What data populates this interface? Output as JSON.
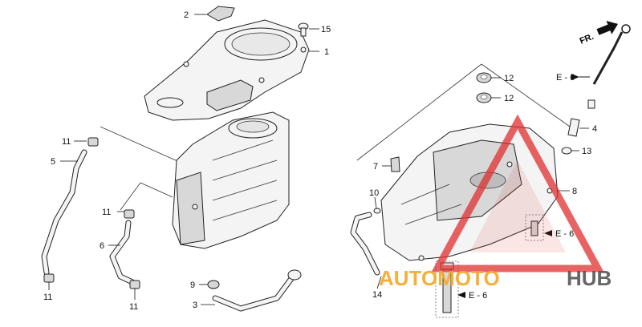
{
  "labels": {
    "p1": "1",
    "p2": "2",
    "p3": "3",
    "p4": "4",
    "p5": "5",
    "p6": "6",
    "p7": "7",
    "p8": "8",
    "p9": "9",
    "p10": "10",
    "p11a": "11",
    "p11b": "11",
    "p11c": "11",
    "p11d": "11",
    "p12a": "12",
    "p12b": "12",
    "p13": "13",
    "p14": "14",
    "p15": "15"
  },
  "refs": {
    "e6a": "E - 6",
    "e6b": "E - 6",
    "e6c": "E - 6"
  },
  "direction": {
    "label": "FR."
  },
  "watermark": {
    "part1": "AUTOMOTO",
    "part2": "HUB",
    "color_orange": "#f5a623",
    "color_gray": "#555555",
    "color_red": "#e03030"
  }
}
